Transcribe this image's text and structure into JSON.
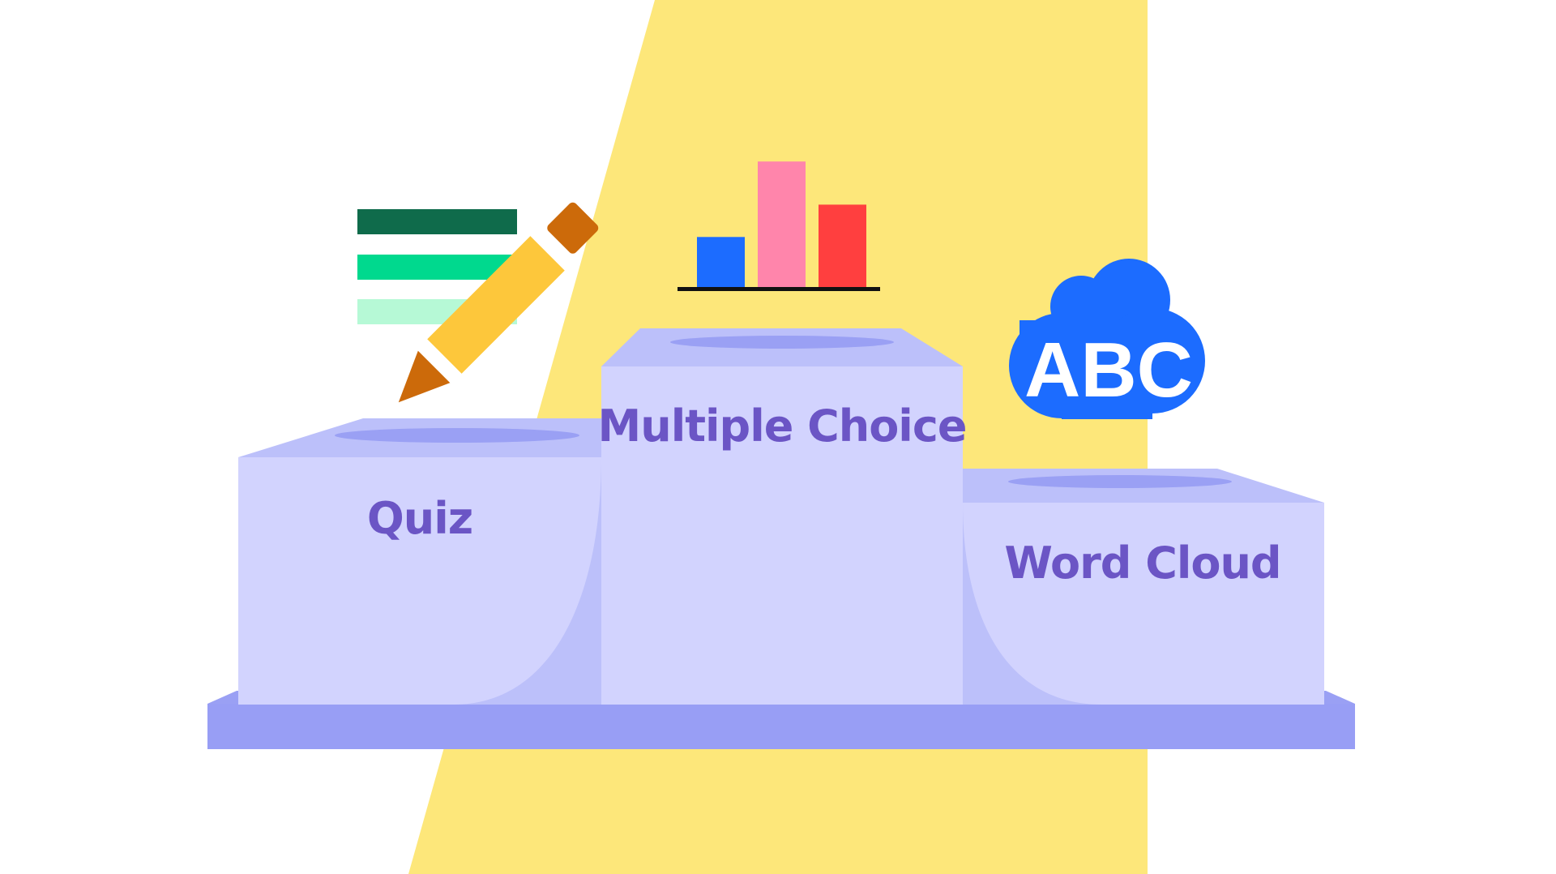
{
  "colors": {
    "background": "#ffffff",
    "yellow_band": "#fde77a",
    "podium_face": "#d2d3fe",
    "podium_top": "#bcc0fa",
    "podium_shadow": "#bcc0fa",
    "podium_dish": "#9aa0f4",
    "base": "#989ef5",
    "label": "#6b55c5",
    "cloud": "#1c6cff",
    "cloud_text": "#ffffff",
    "bar_blue": "#1c6cff",
    "bar_pink": "#ff85ab",
    "bar_red": "#ff3f3f",
    "list_dark_green": "#0f6b4b",
    "list_green": "#00d98e",
    "list_light_green": "#b6f9d6",
    "pencil_body": "#fdc73b",
    "pencil_tip": "#cc6a0a"
  },
  "podiums": {
    "left": {
      "label": "Quiz"
    },
    "center": {
      "label": "Multiple Choice"
    },
    "right": {
      "label": "Word Cloud"
    }
  },
  "icons": {
    "left": "list-with-pencil-icon",
    "center": "bar-chart-icon",
    "right": "word-cloud-icon"
  },
  "cloud_text": "ABC",
  "chart_data": {
    "type": "bar",
    "values": [
      33,
      82,
      54
    ],
    "ylim": [
      0,
      100
    ]
  }
}
